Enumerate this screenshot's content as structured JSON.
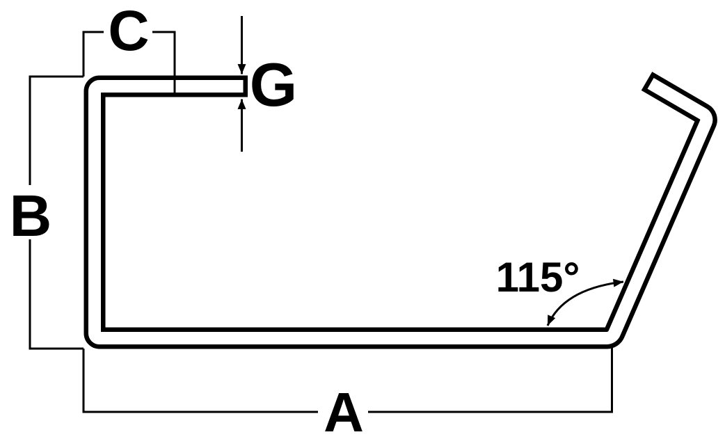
{
  "diagram": {
    "background": "#ffffff",
    "line_color": "#000000",
    "labels": {
      "dim_c": "C",
      "dim_g": "G",
      "dim_b": "B",
      "dim_a": "A",
      "angle": "115°"
    }
  }
}
